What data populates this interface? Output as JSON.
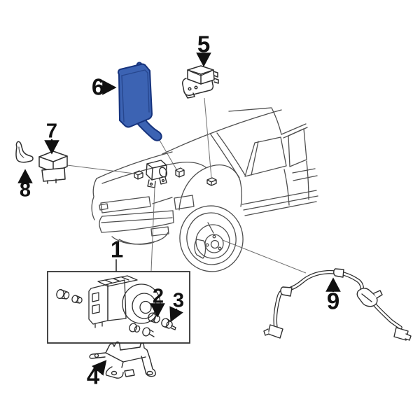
{
  "diagram": {
    "background_color": "#ffffff",
    "highlight_color": "#3c63b3",
    "highlight_outline_color": "#16337d",
    "line_color": "#4f4f4f",
    "callouts": [
      {
        "number": "1"
      },
      {
        "number": "2"
      },
      {
        "number": "3"
      },
      {
        "number": "4"
      },
      {
        "number": "5"
      },
      {
        "number": "6"
      },
      {
        "number": "7"
      },
      {
        "number": "8"
      },
      {
        "number": "9"
      }
    ]
  }
}
